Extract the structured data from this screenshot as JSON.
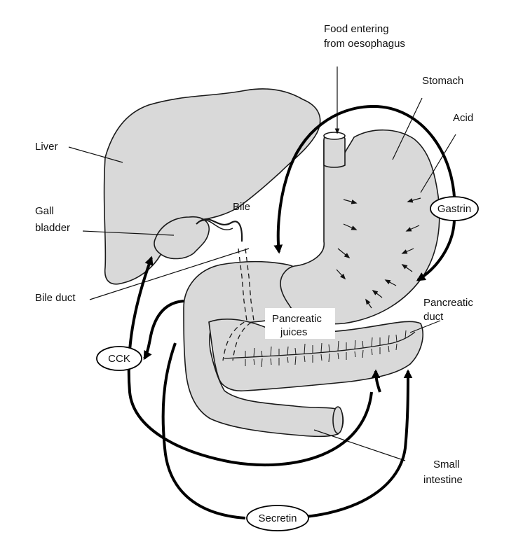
{
  "labels": {
    "food_line1": "Food entering",
    "food_line2": "from oesophagus",
    "stomach": "Stomach",
    "acid": "Acid",
    "liver": "Liver",
    "gall_line1": "Gall",
    "gall_line2": "bladder",
    "bile": "Bile",
    "bile_duct": "Bile duct",
    "pancreatic_juices_line1": "Pancreatic",
    "pancreatic_juices_line2": "juices",
    "pancreatic_duct_line1": "Pancreatic",
    "pancreatic_duct_line2": "duct",
    "small_intestine_line1": "Small",
    "small_intestine_line2": "intestine"
  },
  "hormones": {
    "gastrin": "Gastrin",
    "cck": "CCK",
    "secretin": "Secretin"
  },
  "colors": {
    "organ_fill": "#d9d9d9",
    "outline": "#1a1a1a",
    "background": "#ffffff"
  }
}
